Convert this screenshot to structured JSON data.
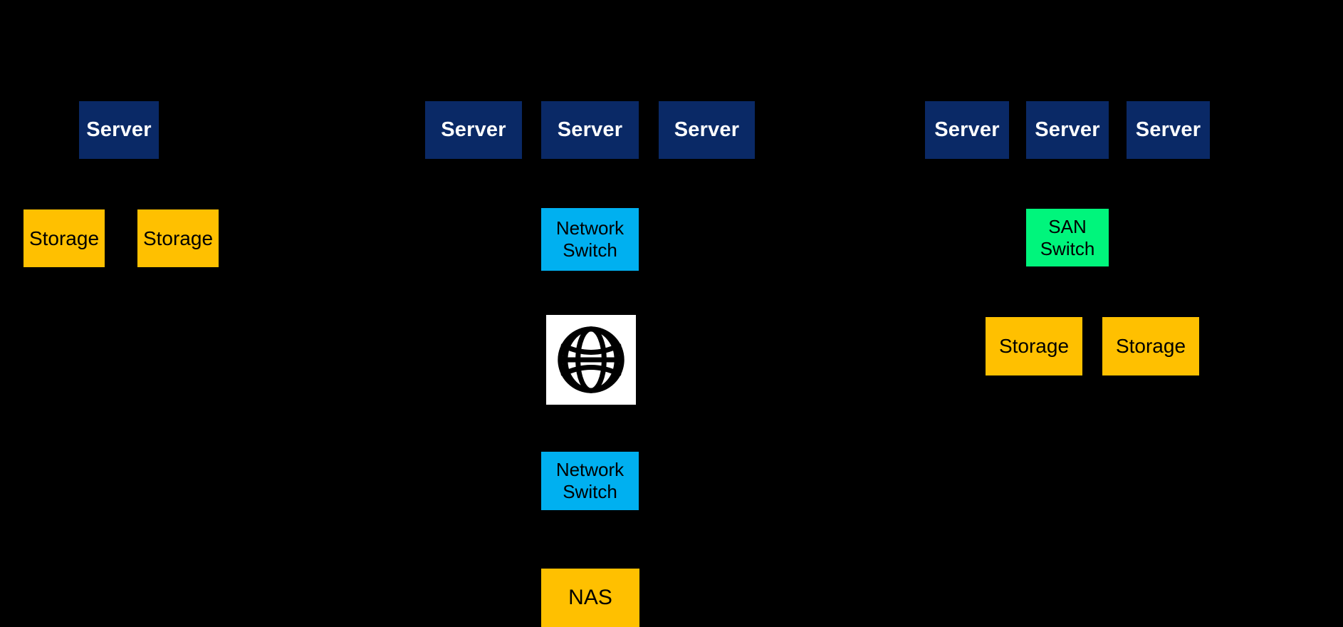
{
  "background_color": "#000000",
  "palette": {
    "server_fill": "#0A2966",
    "server_text": "#FFFFFF",
    "storage_fill": "#FFC000",
    "network_switch_fill": "#00B0F0",
    "san_switch_fill": "#00F57C",
    "internet_globe_fill": "#FFFFFF",
    "dark_text": "#000000"
  },
  "das": {
    "server_label": "Server",
    "storage_labels": [
      "Storage",
      "Storage"
    ]
  },
  "nas": {
    "server_labels": [
      "Server",
      "Server",
      "Server"
    ],
    "top_switch_label": "Network Switch",
    "bottom_switch_label": "Network Switch",
    "nas_label": "NAS"
  },
  "san": {
    "server_labels": [
      "Server",
      "Server",
      "Server"
    ],
    "switch_label": "SAN Switch",
    "storage_labels": [
      "Storage",
      "Storage"
    ]
  }
}
